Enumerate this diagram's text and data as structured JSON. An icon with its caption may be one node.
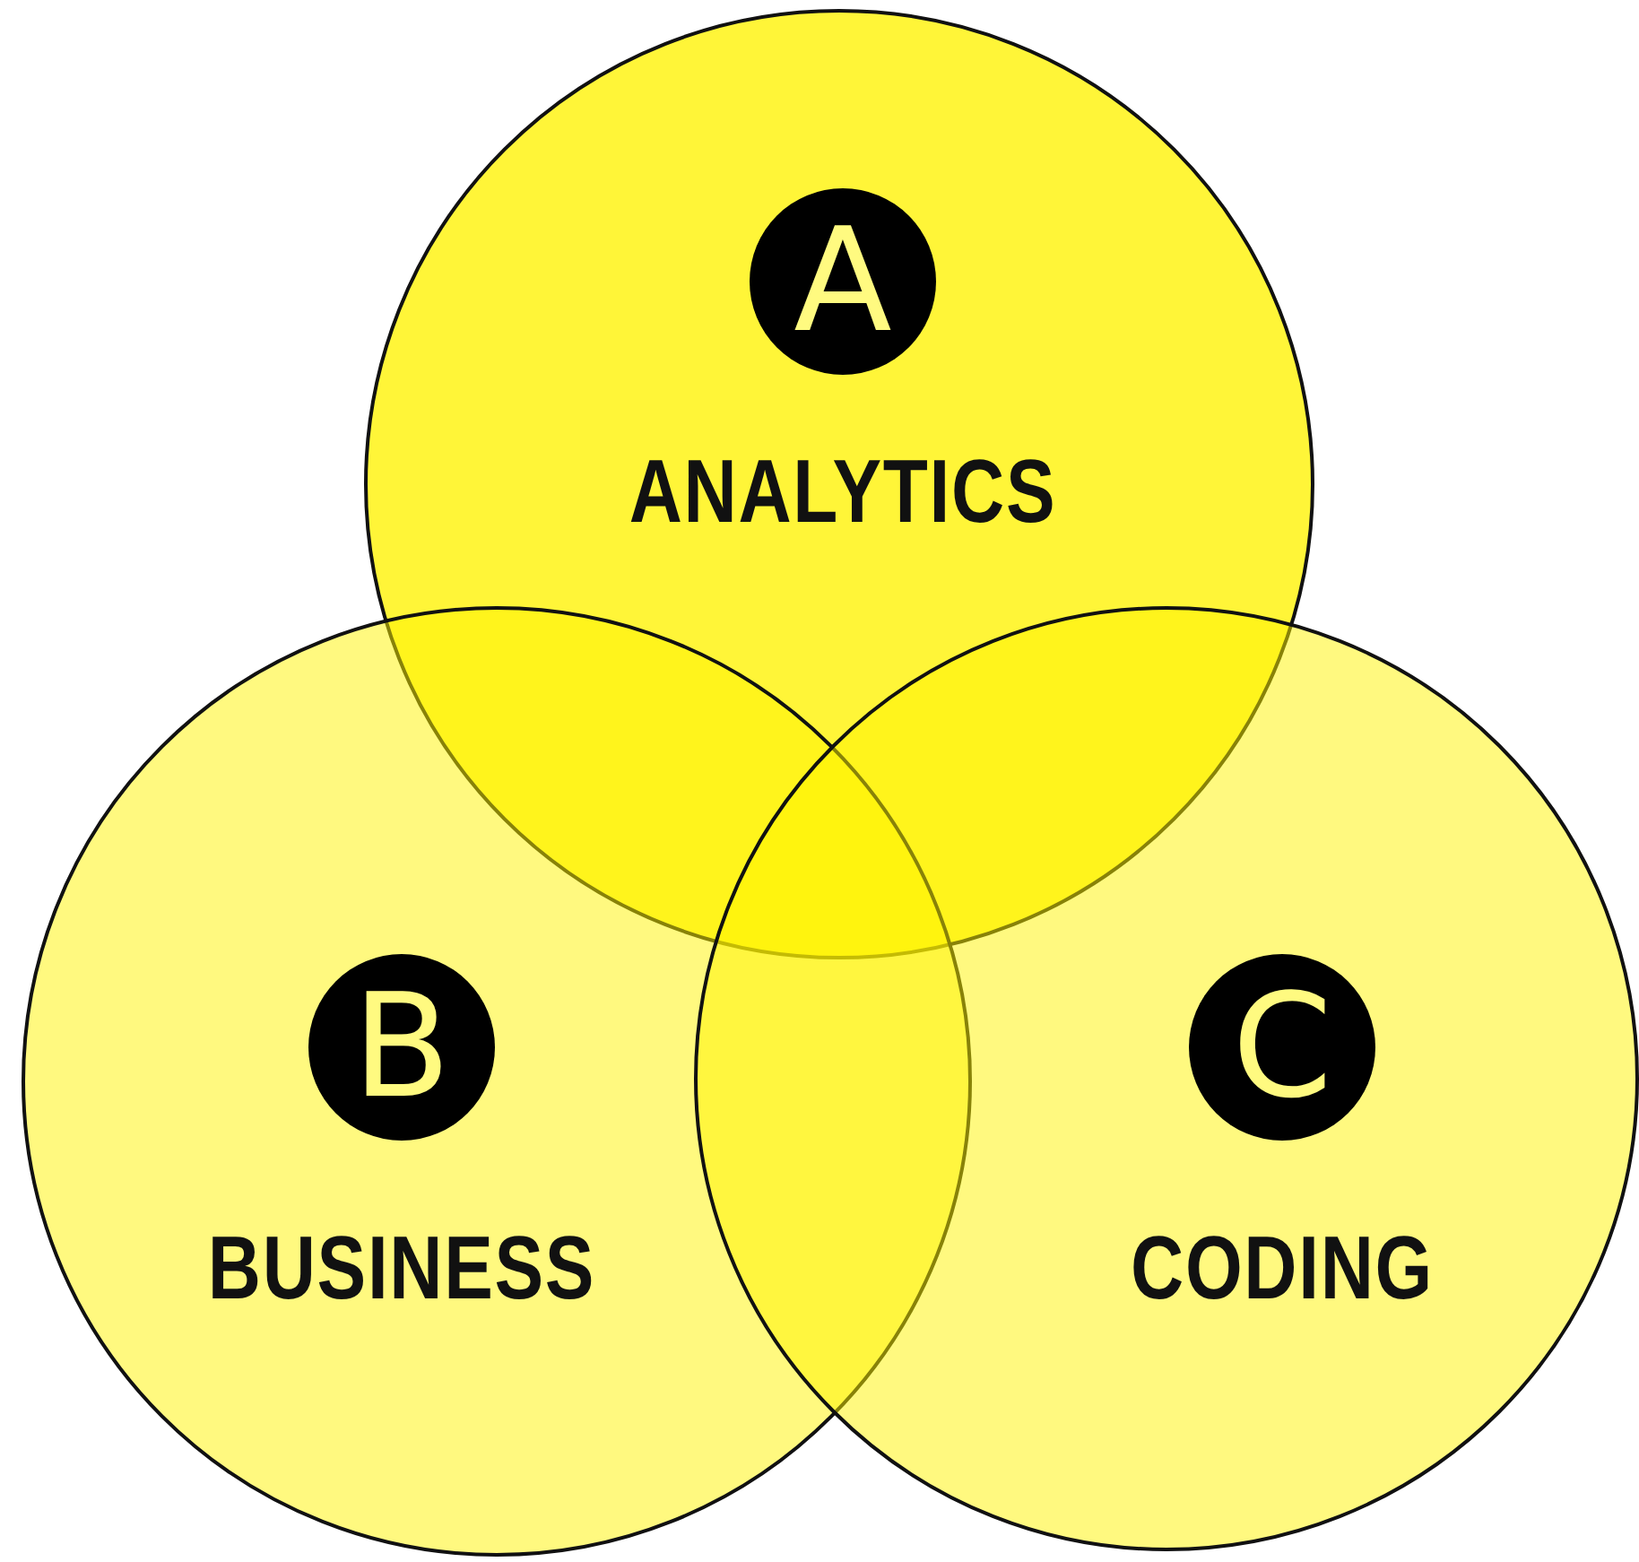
{
  "diagram": {
    "nodes": [
      {
        "text": [
          "A",
          "ANALYTICS"
        ]
      },
      {
        "text": [
          "B",
          "BUSINESS"
        ]
      },
      {
        "text": [
          "C",
          "CODING"
        ]
      }
    ]
  }
}
